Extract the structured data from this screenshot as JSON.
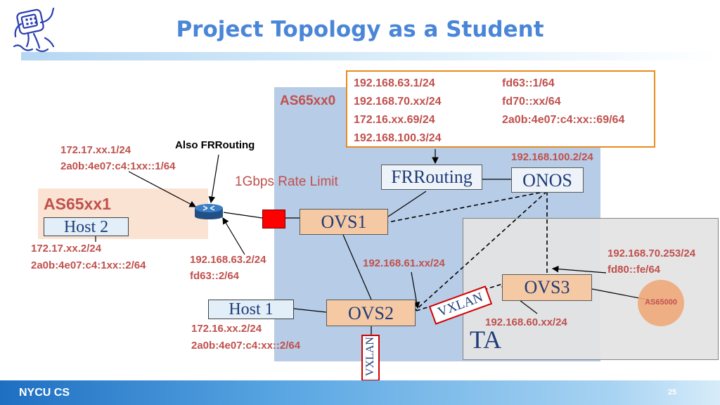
{
  "title": "Project Topology as a Student",
  "as_labels": {
    "as0": "AS65xx0",
    "as1": "AS65xx1",
    "ta": "TA"
  },
  "orange_box": {
    "left": [
      "192.168.63.1/24",
      "192.168.70.xx/24",
      "172.16.xx.69/24",
      "192.168.100.3/24"
    ],
    "right": [
      "fd63::1/64",
      "fd70::xx/64",
      "2a0b:4e07:c4:xx::69/64"
    ]
  },
  "nodes": {
    "frrouting": "FRRouting",
    "onos": "ONOS",
    "ovs1": "OVS1",
    "ovs2": "OVS2",
    "ovs3": "OVS3",
    "host1": "Host 1",
    "host2": "Host 2",
    "as65000": "AS65000",
    "vxlan1": "VXLAN",
    "vxlan2": "VXLAN"
  },
  "labels": {
    "also_frr": "Also FRRouting",
    "rate_limit": "1Gbps Rate Limit",
    "r_ip1": "172.17.xx.1/24",
    "r_ip2": "2a0b:4e07:c4:1xx::1/64",
    "h2_ip1": "172.17.xx.2/24",
    "h2_ip2": "2a0b:4e07:c4:1xx::2/64",
    "ovs1_ip1": "192.168.63.2/24",
    "ovs1_ip2": "fd63::2/64",
    "h1_ip1": "172.16.xx.2/24",
    "h1_ip2": "2a0b:4e07:c4:xx::2/64",
    "vx_ip": "192.168.61.xx/24",
    "onos_ip": "192.168.100.2/24",
    "ta_ip1": "192.168.70.253/24",
    "ta_ip2": "fd80::fe/64",
    "ovs3_ip": "192.168.60.xx/24"
  },
  "footer": {
    "org": "NYCU CS",
    "page": "25"
  },
  "colors": {
    "title": "#4a86d8",
    "label_red": "#c0504d",
    "orange": "#e88b1e",
    "ovs_fill": "#f5c9a3",
    "as0_fill": "#b7cce6",
    "as1_fill": "#fbe3d3",
    "ta_fill": "#e4e4e4",
    "router": "#2f6ea8",
    "rate_box": "#ff0000"
  }
}
